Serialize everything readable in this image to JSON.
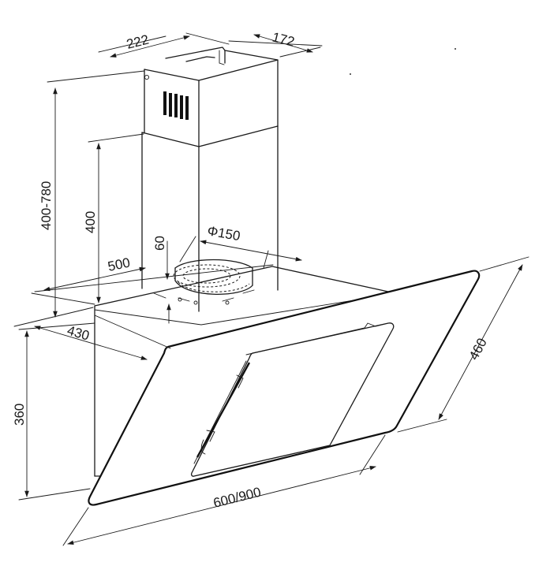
{
  "dimensions": {
    "top_width": "222",
    "top_depth": "172",
    "chimney_range": "400-780",
    "chimney_inner": "400",
    "outlet_height": "60",
    "outlet_diameter": "Φ150",
    "body_width": "500",
    "body_depth": "430",
    "body_height": "360",
    "glass_depth": "460",
    "glass_width": "600/900"
  },
  "colors": {
    "line": "#1a1a1a",
    "background": "#ffffff"
  }
}
